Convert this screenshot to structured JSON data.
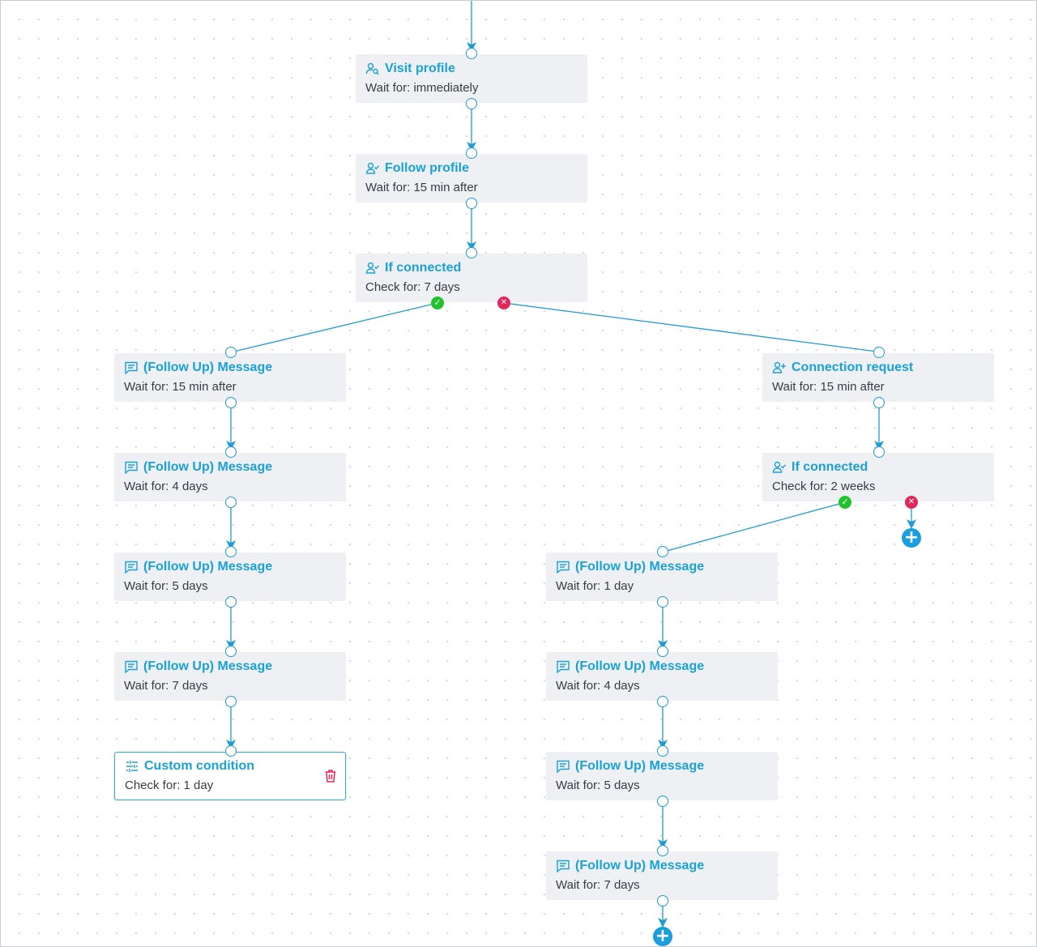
{
  "workflow": {
    "nodes": [
      {
        "id": "visit-profile",
        "icon": "visit-profile-icon",
        "title": "Visit profile",
        "subtitle": "Wait for: immediately"
      },
      {
        "id": "follow-profile",
        "icon": "follow-profile-icon",
        "title": "Follow profile",
        "subtitle": "Wait for: 15 min after"
      },
      {
        "id": "if-connected-1",
        "icon": "user-check-icon",
        "title": "If connected",
        "subtitle": "Check for: 7 days"
      },
      {
        "id": "left-msg-1",
        "icon": "message-icon",
        "title": "(Follow Up) Message",
        "subtitle": "Wait for: 15 min after"
      },
      {
        "id": "left-msg-2",
        "icon": "message-icon",
        "title": "(Follow Up) Message",
        "subtitle": "Wait for: 4 days"
      },
      {
        "id": "left-msg-3",
        "icon": "message-icon",
        "title": "(Follow Up) Message",
        "subtitle": "Wait for: 5 days"
      },
      {
        "id": "left-msg-4",
        "icon": "message-icon",
        "title": "(Follow Up) Message",
        "subtitle": "Wait for: 7 days"
      },
      {
        "id": "custom-condition",
        "icon": "sliders-icon",
        "title": "Custom condition",
        "subtitle": "Check for: 1 day",
        "selected": true
      },
      {
        "id": "connection-request",
        "icon": "user-plus-icon",
        "title": "Connection request",
        "subtitle": "Wait for: 15 min after"
      },
      {
        "id": "if-connected-2",
        "icon": "user-check-icon",
        "title": "If connected",
        "subtitle": "Check for: 2 weeks"
      },
      {
        "id": "right-msg-1",
        "icon": "message-icon",
        "title": "(Follow Up) Message",
        "subtitle": "Wait for: 1 day"
      },
      {
        "id": "right-msg-2",
        "icon": "message-icon",
        "title": "(Follow Up) Message",
        "subtitle": "Wait for: 4 days"
      },
      {
        "id": "right-msg-3",
        "icon": "message-icon",
        "title": "(Follow Up) Message",
        "subtitle": "Wait for: 5 days"
      },
      {
        "id": "right-msg-4",
        "icon": "message-icon",
        "title": "(Follow Up) Message",
        "subtitle": "Wait for: 7 days"
      }
    ],
    "edges": [
      {
        "from": "visit-profile",
        "to": "follow-profile"
      },
      {
        "from": "follow-profile",
        "to": "if-connected-1"
      },
      {
        "from": "if-connected-1",
        "to": "left-msg-1",
        "branch": "yes"
      },
      {
        "from": "if-connected-1",
        "to": "connection-request",
        "branch": "no"
      },
      {
        "from": "left-msg-1",
        "to": "left-msg-2"
      },
      {
        "from": "left-msg-2",
        "to": "left-msg-3"
      },
      {
        "from": "left-msg-3",
        "to": "left-msg-4"
      },
      {
        "from": "left-msg-4",
        "to": "custom-condition"
      },
      {
        "from": "connection-request",
        "to": "if-connected-2"
      },
      {
        "from": "if-connected-2",
        "to": "right-msg-1",
        "branch": "yes"
      },
      {
        "from": "right-msg-1",
        "to": "right-msg-2"
      },
      {
        "from": "right-msg-2",
        "to": "right-msg-3"
      },
      {
        "from": "right-msg-3",
        "to": "right-msg-4"
      }
    ],
    "add_buttons": [
      "if-connected-2 no-branch",
      "right-msg-4"
    ],
    "delete_action_icon": "trash-icon"
  },
  "colors": {
    "accent": "#1aa1d6",
    "edge": "#1f9bd6",
    "node_bg": "#eff0f3",
    "text": "#383c42",
    "yes": "#22c22e",
    "no": "#e0285c",
    "delete": "#e0285c"
  }
}
